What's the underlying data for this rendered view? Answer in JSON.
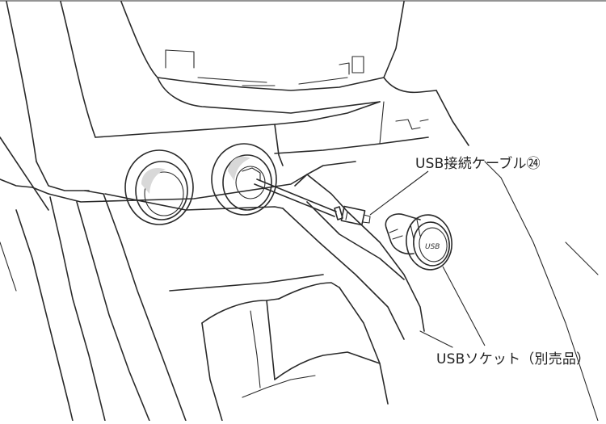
{
  "labels": {
    "cable": "USB接続ケーブル㉔",
    "socket": "USBソケット（別売品）"
  },
  "socket_face_text": "USB"
}
